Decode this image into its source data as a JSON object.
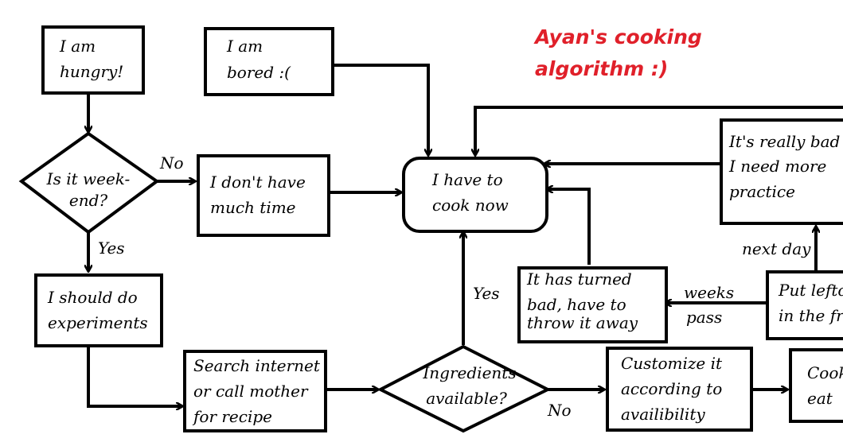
{
  "title": {
    "line1": "Ayan's cooking",
    "line2": "algorithm    :)",
    "color": "#e0202a"
  },
  "nodes": {
    "hungry": [
      "I am",
      "hungry!"
    ],
    "bored": [
      "I am",
      "bored :("
    ],
    "weekend": [
      "Is it week-",
      "end?"
    ],
    "no_time": [
      "I don't have",
      "much time"
    ],
    "cook_now": [
      "I have to",
      "cook now"
    ],
    "experiments": [
      "I should do",
      "experiments"
    ],
    "search": [
      "Search internet",
      "or call mother",
      "for recipe"
    ],
    "ingredients": [
      "Ingredients",
      "available?"
    ],
    "customize": [
      "Customize it",
      "according to",
      "availibility"
    ],
    "cook_eat": [
      "Cook",
      "eat"
    ],
    "turned_bad": [
      "It has turned",
      "bad, have to",
      "throw it away"
    ],
    "really_bad": [
      "It's really bad",
      "I need more",
      "practice"
    ],
    "leftover": [
      "Put lefto",
      "in the fri"
    ]
  },
  "edge_labels": {
    "no_weekend": "No",
    "yes_weekend": "Yes",
    "yes_ingredients": "Yes",
    "no_ingredients": "No",
    "weeks_pass": [
      "weeks",
      "pass"
    ],
    "next_day": "next day"
  }
}
